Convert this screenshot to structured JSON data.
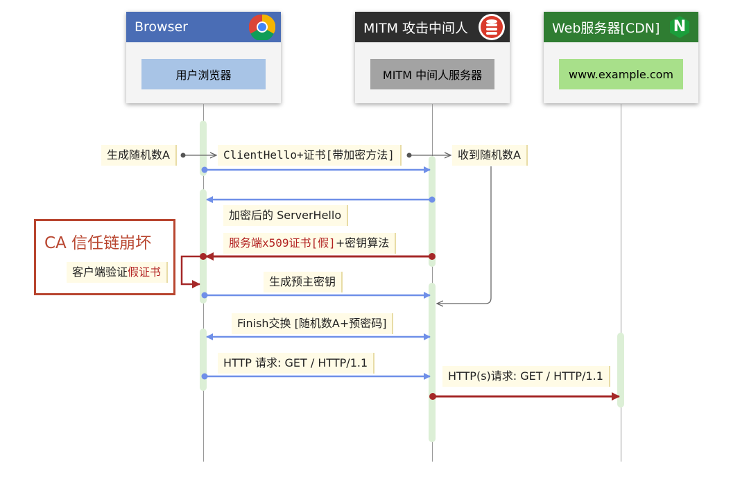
{
  "actors": {
    "browser": {
      "header": "Browser",
      "inner": "用户浏览器",
      "icon": "chrome-icon"
    },
    "mitm": {
      "header": "MITM 攻击中间人",
      "inner": "MITM 中间人服务器",
      "icon": "database-icon"
    },
    "web": {
      "header": "Web服务器[CDN]",
      "inner": "www.example.com",
      "icon": "nginx-icon",
      "icon_letter": "N"
    }
  },
  "notes": {
    "gen_random": "生成随机数A",
    "client_hello": "ClientHello+证书[带加密方法]",
    "recv_random": "收到随机数A",
    "server_hello": "加密后的 ServerHello",
    "cert_red": "服务端x509证书[假]",
    "cert_suffix": "+密钥算法",
    "premaster": "生成预主密钥",
    "finish": "Finish交换 [随机数A+预密码]",
    "http_req": "HTTP 请求: GET / HTTP/1.1",
    "https_req": "HTTP(s)请求: GET / HTTP/1.1"
  },
  "ca": {
    "title": "CA 信任链崩坏",
    "verify_prefix": "客户端验证",
    "verify_red": "假证书"
  },
  "colors": {
    "browser_header": "#4a6db5",
    "browser_inner": "#a8c4e6",
    "mitm_header": "#2e2e2e",
    "mitm_inner": "#a3a3a3",
    "web_header": "#2f7d32",
    "web_inner": "#a8e08a",
    "arrow_blue": "#6f8fe8",
    "arrow_red": "#a52828",
    "ca_border": "#b8452f"
  }
}
